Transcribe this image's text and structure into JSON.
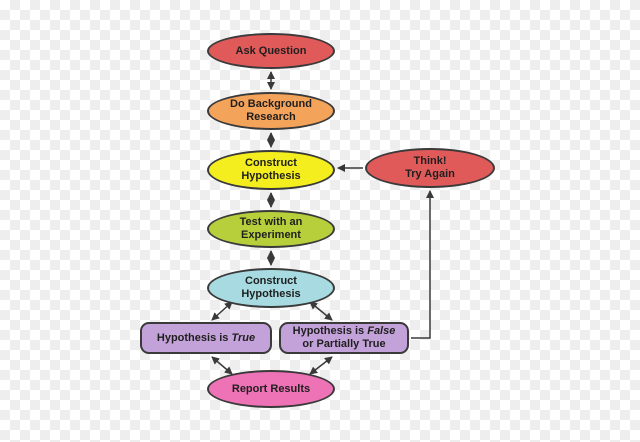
{
  "nodes": {
    "ask_question": {
      "lines": [
        "Ask Question"
      ]
    },
    "background_research": {
      "lines": [
        "Do Background",
        "Research"
      ]
    },
    "construct_hypothesis_1": {
      "lines": [
        "Construct",
        "Hypothesis"
      ]
    },
    "test_experiment": {
      "lines": [
        "Test with an",
        "Experiment"
      ]
    },
    "construct_hypothesis_2": {
      "lines": [
        "Construct",
        "Hypothesis"
      ]
    },
    "hypothesis_true": {
      "prefix": "Hypothesis is ",
      "emphasis": "True"
    },
    "hypothesis_false": {
      "prefix": "Hypothesis is ",
      "emphasis": "False",
      "line2": "or Partially True"
    },
    "report_results": {
      "lines": [
        "Report Results"
      ]
    },
    "think_try_again": {
      "lines": [
        "Think!",
        "Try Again"
      ]
    }
  },
  "colors": {
    "red": "#e05a5a",
    "orange": "#f4a35a",
    "yellow": "#f4ee1e",
    "green": "#b8cf3c",
    "light_blue": "#a7dbe1",
    "purple": "#c3a2d9",
    "pink": "#ee72b6",
    "stroke": "#3a3a3a"
  },
  "edges": [
    {
      "from": "ask_question",
      "to": "background_research",
      "arrows": "both"
    },
    {
      "from": "background_research",
      "to": "construct_hypothesis_1",
      "arrows": "both"
    },
    {
      "from": "construct_hypothesis_1",
      "to": "test_experiment",
      "arrows": "both"
    },
    {
      "from": "test_experiment",
      "to": "construct_hypothesis_2",
      "arrows": "both"
    },
    {
      "from": "construct_hypothesis_2",
      "to": "hypothesis_true",
      "arrows": "both"
    },
    {
      "from": "construct_hypothesis_2",
      "to": "hypothesis_false",
      "arrows": "both"
    },
    {
      "from": "hypothesis_true",
      "to": "report_results",
      "arrows": "both"
    },
    {
      "from": "hypothesis_false",
      "to": "report_results",
      "arrows": "both"
    },
    {
      "from": "hypothesis_false",
      "to": "think_try_again",
      "arrows": "end"
    },
    {
      "from": "think_try_again",
      "to": "construct_hypothesis_1",
      "arrows": "end"
    }
  ]
}
